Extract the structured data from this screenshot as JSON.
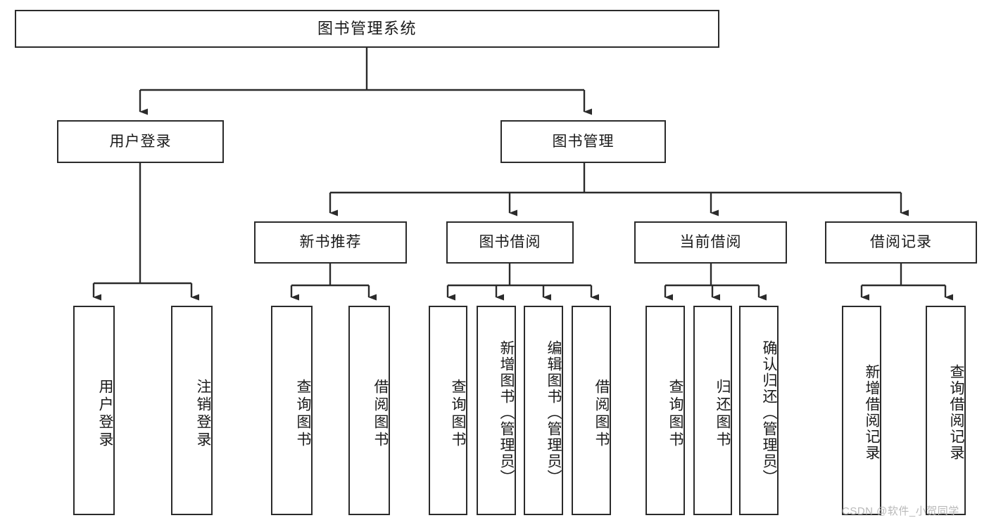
{
  "diagram": {
    "type": "tree-hierarchy-chart",
    "title": "图书管理系统",
    "root": {
      "label": "图书管理系统"
    },
    "level1": [
      {
        "label": "用户登录"
      },
      {
        "label": "图书管理"
      }
    ],
    "level2": [
      {
        "label": "新书推荐",
        "parent": "图书管理"
      },
      {
        "label": "图书借阅",
        "parent": "图书管理"
      },
      {
        "label": "当前借阅",
        "parent": "图书管理"
      },
      {
        "label": "借阅记录",
        "parent": "图书管理"
      }
    ],
    "leaves": {
      "user_login": [
        {
          "label": "用户登录"
        },
        {
          "label": "注销登录"
        }
      ],
      "new_book_recommend": [
        {
          "label": "查询图书"
        },
        {
          "label": "借阅图书"
        }
      ],
      "book_borrow": [
        {
          "label": "查询图书"
        },
        {
          "label": "新增图书（管理员）"
        },
        {
          "label": "编辑图书（管理员）"
        },
        {
          "label": "借阅图书"
        }
      ],
      "current_borrow": [
        {
          "label": "查询图书"
        },
        {
          "label": "归还图书"
        },
        {
          "label": "确认归还（管理员）"
        }
      ],
      "borrow_record": [
        {
          "label": "新增借阅记录"
        },
        {
          "label": "查询借阅记录"
        }
      ]
    },
    "watermark": "CSDN @软件_小贺同学",
    "colors": {
      "stroke": "#2b2b2b",
      "fill": "#ffffff",
      "text": "#1a1a1a",
      "watermark": "#b9b9b9"
    }
  }
}
